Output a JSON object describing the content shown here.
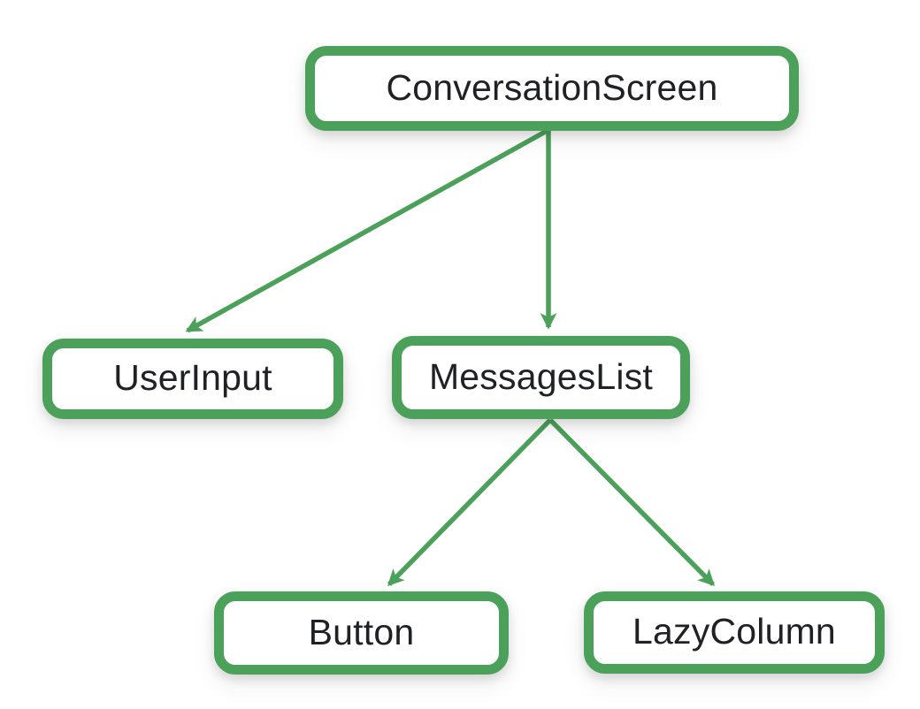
{
  "diagram": {
    "type": "tree",
    "nodes": [
      {
        "id": "conversation-screen",
        "label": "ConversationScreen"
      },
      {
        "id": "user-input",
        "label": "UserInput"
      },
      {
        "id": "messages-list",
        "label": "MessagesList"
      },
      {
        "id": "button",
        "label": "Button"
      },
      {
        "id": "lazy-column",
        "label": "LazyColumn"
      }
    ],
    "edges": [
      {
        "from": "ConversationScreen",
        "to": "UserInput"
      },
      {
        "from": "ConversationScreen",
        "to": "MessagesList"
      },
      {
        "from": "MessagesList",
        "to": "Button"
      },
      {
        "from": "MessagesList",
        "to": "LazyColumn"
      }
    ],
    "colors": {
      "accent": "#4CA15A",
      "text": "#202124",
      "node_fill": "#FFFFFF",
      "background": "#FFFFFF"
    }
  }
}
